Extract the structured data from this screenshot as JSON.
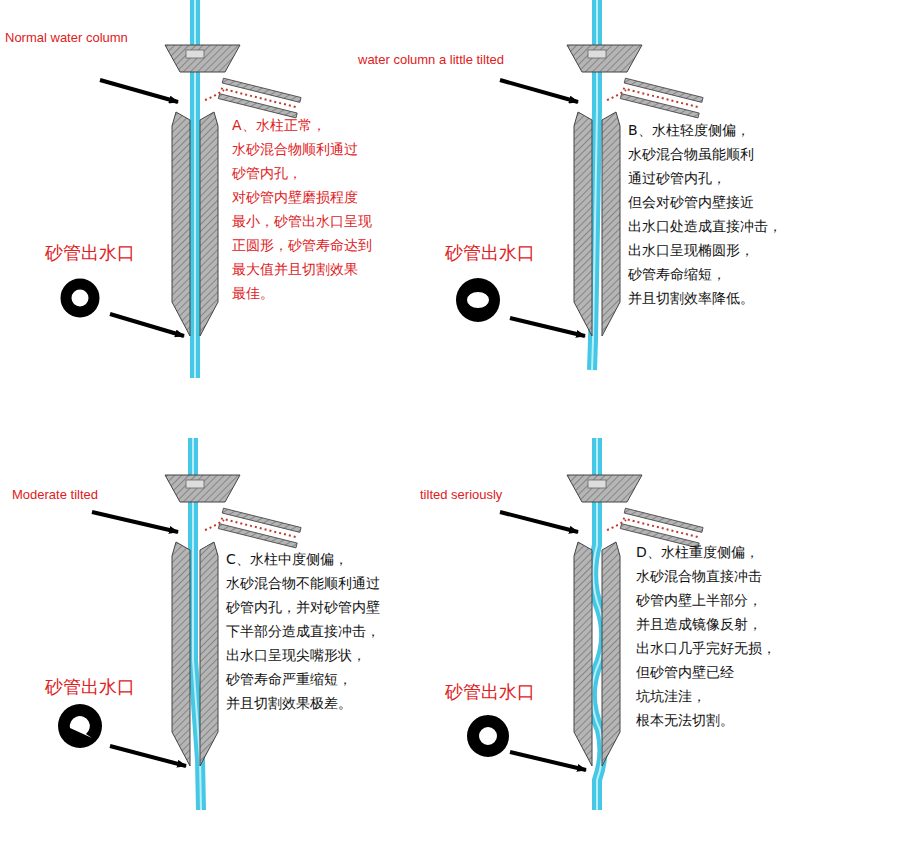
{
  "diagram": {
    "labels": [
      "Normal water column",
      "A、水柱正常， 水砂混合物顺利通过 砂管内孔， 对砂管内壁磨损程度 最小，砂管出水口呈现 正圆形，砂管寿命达到 最大值并且切割效果 最佳。",
      "砂管出水口",
      "water column a little tilted",
      "B、水柱轻度侧偏， 水砂混合物虽能顺利 通过砂管内孔， 但会对砂管内壁接近 出水口处造成直接冲击， 出水口呈现椭圆形， 砂管寿命缩短， 并且切割效率降低。",
      "砂管出水口",
      "Moderate tilted",
      "C、水柱中度侧偏， 水砂混合物不能顺利通过 砂管内孔，并对砂管内壁 下半部分造成直接冲击， 出水口呈现尖嘴形状， 砂管寿命严重缩短， 并且切割效果极差。",
      "砂管出水口",
      "tilted seriously",
      "D、水柱重度侧偏， 水砂混合物直接冲击 砂管内壁上半部分， 并且造成镜像反射， 出水口几乎完好无损， 但砂管内壁已经 坑坑洼洼， 根本无法切割。",
      "砂管出水口"
    ]
  }
}
